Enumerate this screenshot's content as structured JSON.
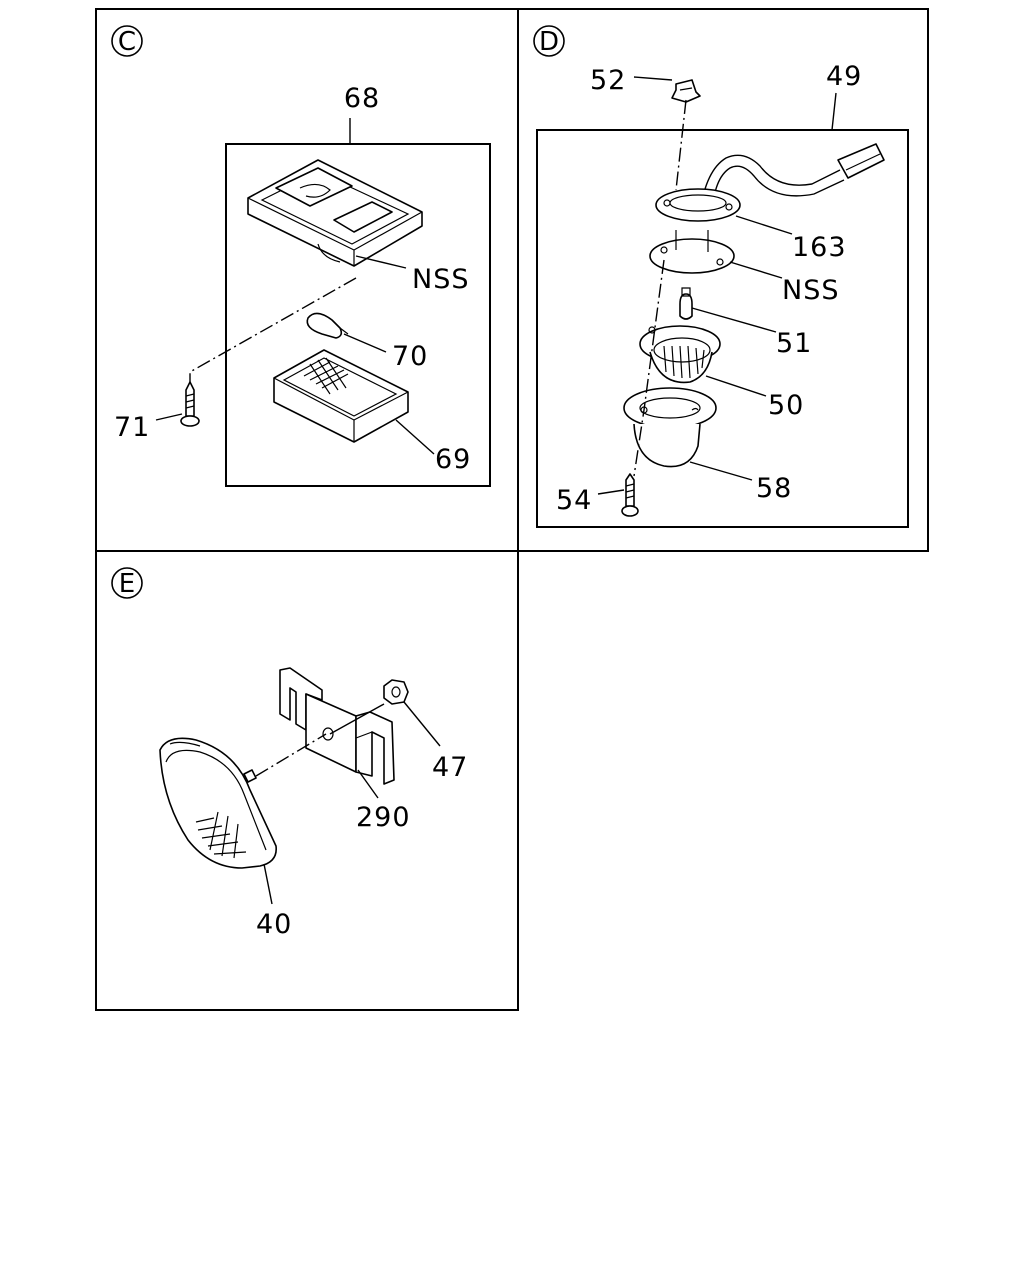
{
  "sections": {
    "c": {
      "letter": "C",
      "labels": {
        "p68": "68",
        "nss": "NSS",
        "p70": "70",
        "p71": "71",
        "p69": "69"
      }
    },
    "d": {
      "letter": "D",
      "labels": {
        "p52": "52",
        "p49": "49",
        "p163": "163",
        "nss": "NSS",
        "p51": "51",
        "p50": "50",
        "p58": "58",
        "p54": "54"
      }
    },
    "e": {
      "letter": "E",
      "labels": {
        "p47": "47",
        "p290": "290",
        "p40": "40"
      }
    }
  }
}
